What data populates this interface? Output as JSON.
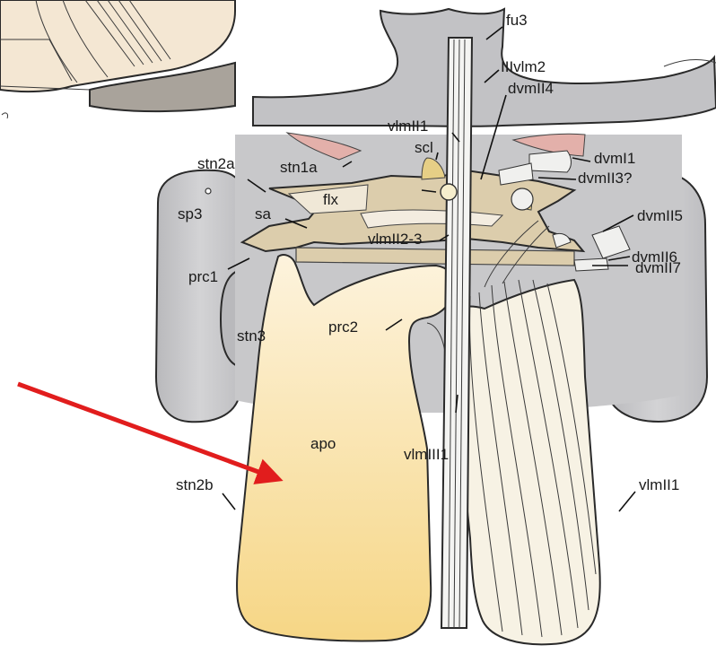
{
  "labels": {
    "fu3": "fu3",
    "IIIvlm2": "IIIvlm2",
    "dvmII4": "dvmII4",
    "vlmII1_top": "vlmII1",
    "scl": "scl",
    "stn2a": "stn2a",
    "stn1a": "stn1a",
    "dvmI1": "dvmI1",
    "dvmII3": "dvmII3?",
    "flx": "flx",
    "sa": "sa",
    "sp3": "sp3",
    "dvmII5": "dvmII5",
    "vlmII2_3": "vlmII2-3",
    "dvmII6": "dvmII6",
    "prc1": "prc1",
    "dvmII7": "dvmII7",
    "prc2": "prc2",
    "stn3": "stn3",
    "apo": "apo",
    "vlmIII1": "vlmIII1",
    "stn2b": "stn2b",
    "vlmII1_bottom": "vlmII1"
  },
  "colors": {
    "apodeme_light": "#fcf1d8",
    "apodeme_dark": "#f7d98a",
    "membrane": "#ddd3bf",
    "cuticle": "#d7c9a5",
    "gray_plate": "#c6c6c8",
    "pink_muscle": "#e3b0aa",
    "pointer_arrow": "#e11d1d"
  }
}
